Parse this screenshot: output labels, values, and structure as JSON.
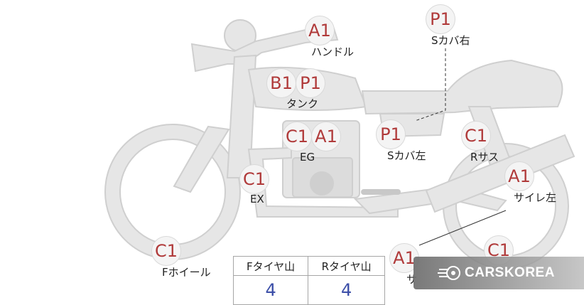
{
  "markers": {
    "handle": {
      "grade": "A1",
      "label": "ハンドル"
    },
    "s_cover_right": {
      "grade": "P1",
      "label": "Sカバ右"
    },
    "tank": {
      "grades": [
        "B1",
        "P1"
      ],
      "label": "タンク"
    },
    "engine": {
      "grades": [
        "C1",
        "A1"
      ],
      "label": "EG"
    },
    "s_cover_left": {
      "grade": "P1",
      "label": "Sカバ左"
    },
    "rear_suspension": {
      "grade": "C1",
      "label": "Rサス"
    },
    "silencer_left": {
      "grade": "A1",
      "label": "サイレ左"
    },
    "exhaust": {
      "grade": "C1",
      "label": "EX"
    },
    "front_wheel": {
      "grade": "C1",
      "label": "Fホイール"
    },
    "lower_a1": {
      "grade": "A1",
      "label_partial": "サ"
    },
    "rear_wheel": {
      "grade": "C1"
    }
  },
  "tire_table": {
    "headers": [
      "Fタイヤ山",
      "Rタイヤ山"
    ],
    "values": [
      "4",
      "4"
    ]
  },
  "watermark": {
    "text": "CARSKOREA",
    "icon": "carskorea-logo-icon"
  },
  "colors": {
    "grade_text": "#b03a3a",
    "tire_value": "#3c4fa8",
    "bike_fill": "#e6e6e6",
    "bike_stroke": "#cfcfcf"
  }
}
